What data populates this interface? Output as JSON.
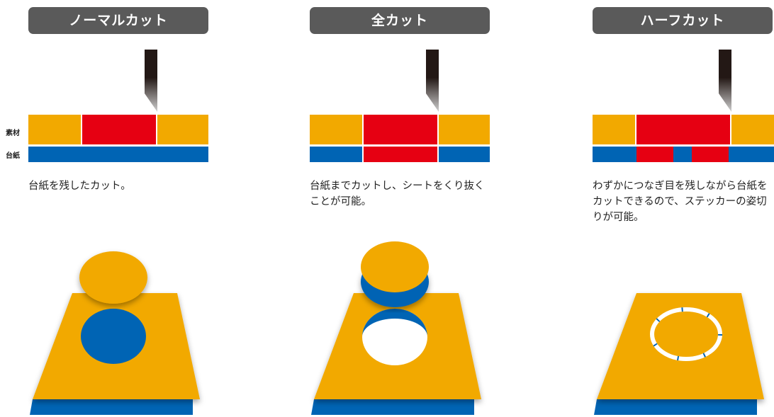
{
  "labels": {
    "material": "素材",
    "backing": "台紙"
  },
  "panels": [
    {
      "title": "ノーマルカット",
      "description": "台紙を残したカット。",
      "type": "normal"
    },
    {
      "title": "全カット",
      "description": "台紙までカットし、シートをくり抜くことが可能。",
      "type": "full"
    },
    {
      "title": "ハーフカット",
      "description": "わずかにつなぎ目を残しながら台紙をカットできるので、ステッカーの姿切りが可能。",
      "type": "half"
    }
  ],
  "colors": {
    "material": "#f2a900",
    "cut": "#e60012",
    "backing": "#0064b4",
    "pill": "#5a5a5a",
    "blade": "#231815"
  }
}
